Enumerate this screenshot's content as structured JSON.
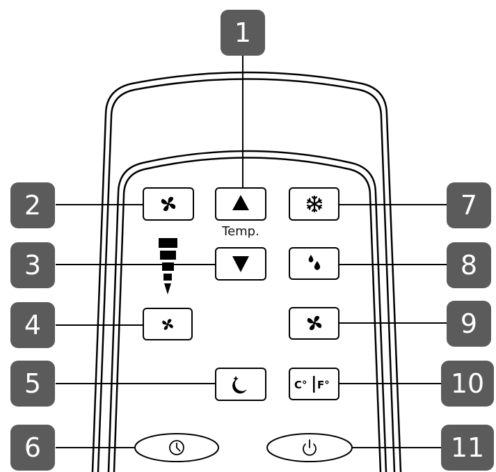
{
  "temp_label": "Temp.",
  "scale_button_text": {
    "celsius": "C°",
    "fahrenheit": "F°"
  },
  "callouts": [
    "1",
    "2",
    "3",
    "4",
    "5",
    "6",
    "7",
    "8",
    "9",
    "10",
    "11"
  ],
  "colors": {
    "callout": "#5b5b5b",
    "outline": "#000000",
    "background": "#ffffff"
  },
  "icons": {
    "btn_1": "triangle-up-icon",
    "btn_2": "fan-icon",
    "btn_3": "triangle-down-icon",
    "btn_4": "fan-small-icon",
    "btn_5": "moon-sleep-icon",
    "btn_6": "clock-icon",
    "btn_7": "snowflake-icon",
    "btn_8": "water-drops-icon",
    "btn_9": "fan-icon",
    "btn_10": "celsius-fahrenheit",
    "btn_11": "power-icon",
    "speed": "fan-speed-bars-icon"
  }
}
